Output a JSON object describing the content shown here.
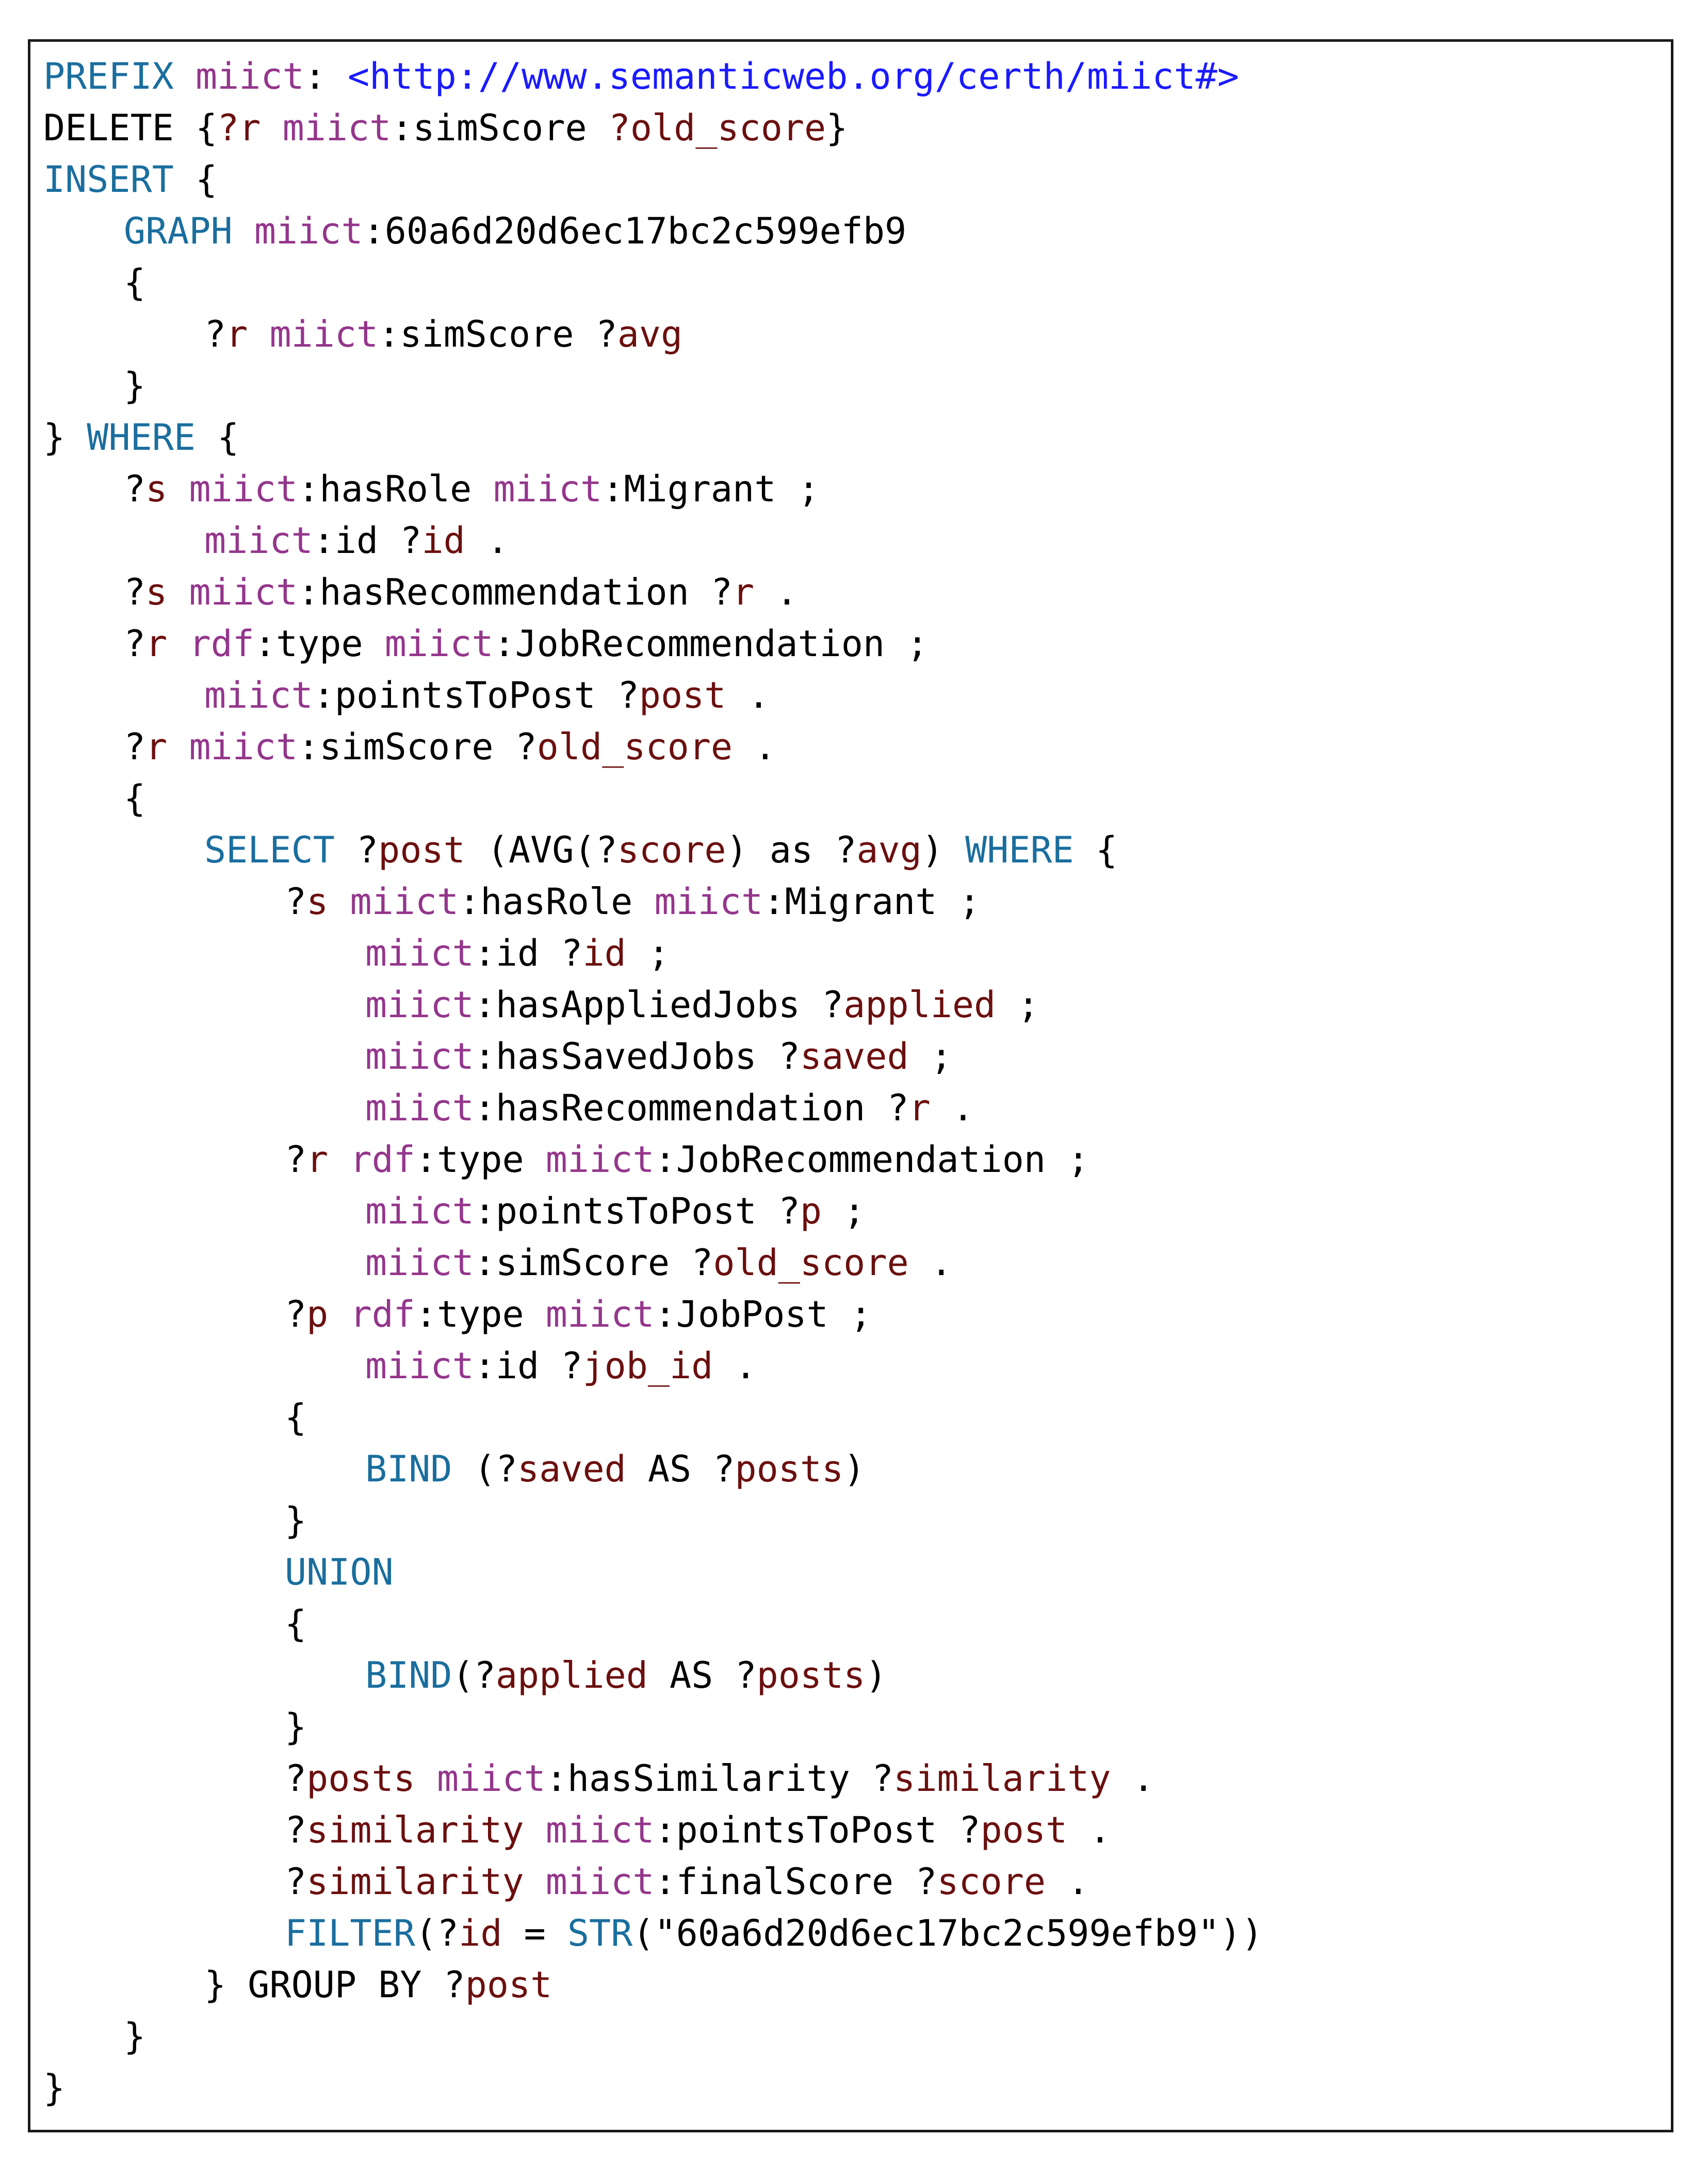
{
  "document": {
    "title": "",
    "lines": [
      {
        "indent": 0,
        "tokens": [
          {
            "t": "kw",
            "v": "PREFIX "
          },
          {
            "t": "ns",
            "v": "miict"
          },
          {
            "t": "pl",
            "v": ": "
          },
          {
            "t": "uri",
            "v": "<http://www.semanticweb.org/certh/miict#>"
          }
        ]
      },
      {
        "indent": 0,
        "tokens": [
          {
            "t": "pl",
            "v": "DELETE {"
          },
          {
            "t": "var",
            "v": "?r "
          },
          {
            "t": "ns",
            "v": "miict"
          },
          {
            "t": "pl",
            "v": ":simScore "
          },
          {
            "t": "var",
            "v": "?old_score"
          },
          {
            "t": "pl",
            "v": "}"
          }
        ]
      },
      {
        "indent": 0,
        "tokens": [
          {
            "t": "kw",
            "v": "INSERT"
          },
          {
            "t": "pl",
            "v": " {"
          }
        ]
      },
      {
        "indent": 1,
        "tokens": [
          {
            "t": "kw",
            "v": "GRAPH "
          },
          {
            "t": "ns",
            "v": "miict"
          },
          {
            "t": "pl",
            "v": ":60a6d20d6ec17bc2c599efb9"
          }
        ]
      },
      {
        "indent": 1,
        "tokens": [
          {
            "t": "pl",
            "v": "{"
          }
        ]
      },
      {
        "indent": 2,
        "tokens": [
          {
            "t": "pl",
            "v": "?"
          },
          {
            "t": "var",
            "v": "r "
          },
          {
            "t": "ns",
            "v": "miict"
          },
          {
            "t": "pl",
            "v": ":simScore ?"
          },
          {
            "t": "var",
            "v": "avg"
          }
        ]
      },
      {
        "indent": 1,
        "tokens": [
          {
            "t": "pl",
            "v": "}"
          }
        ]
      },
      {
        "indent": 0,
        "tokens": [
          {
            "t": "pl",
            "v": "} "
          },
          {
            "t": "kw",
            "v": "WHERE"
          },
          {
            "t": "pl",
            "v": " {"
          }
        ]
      },
      {
        "indent": 1,
        "tokens": [
          {
            "t": "pl",
            "v": "?"
          },
          {
            "t": "var",
            "v": "s "
          },
          {
            "t": "ns",
            "v": "miict"
          },
          {
            "t": "pl",
            "v": ":hasRole "
          },
          {
            "t": "ns",
            "v": "miict"
          },
          {
            "t": "pl",
            "v": ":Migrant ;"
          }
        ]
      },
      {
        "indent": 2,
        "tokens": [
          {
            "t": "ns",
            "v": "miict"
          },
          {
            "t": "pl",
            "v": ":id ?"
          },
          {
            "t": "var",
            "v": "id"
          },
          {
            "t": "pl",
            "v": " ."
          }
        ]
      },
      {
        "indent": 1,
        "tokens": [
          {
            "t": "pl",
            "v": "?"
          },
          {
            "t": "var",
            "v": "s "
          },
          {
            "t": "ns",
            "v": "miict"
          },
          {
            "t": "pl",
            "v": ":hasRecommendation ?"
          },
          {
            "t": "var",
            "v": "r"
          },
          {
            "t": "pl",
            "v": " ."
          }
        ]
      },
      {
        "indent": 1,
        "tokens": [
          {
            "t": "pl",
            "v": "?"
          },
          {
            "t": "var",
            "v": "r "
          },
          {
            "t": "ns",
            "v": "rdf"
          },
          {
            "t": "pl",
            "v": ":type "
          },
          {
            "t": "ns",
            "v": "miict"
          },
          {
            "t": "pl",
            "v": ":JobRecommendation ;"
          }
        ]
      },
      {
        "indent": 2,
        "tokens": [
          {
            "t": "ns",
            "v": "miict"
          },
          {
            "t": "pl",
            "v": ":pointsToPost ?"
          },
          {
            "t": "var",
            "v": "post"
          },
          {
            "t": "pl",
            "v": " ."
          }
        ]
      },
      {
        "indent": 1,
        "tokens": [
          {
            "t": "pl",
            "v": "?"
          },
          {
            "t": "var",
            "v": "r "
          },
          {
            "t": "ns",
            "v": "miict"
          },
          {
            "t": "pl",
            "v": ":simScore ?"
          },
          {
            "t": "var",
            "v": "old_score"
          },
          {
            "t": "pl",
            "v": " ."
          }
        ]
      },
      {
        "indent": 1,
        "tokens": [
          {
            "t": "pl",
            "v": "{"
          }
        ]
      },
      {
        "indent": 2,
        "tokens": [
          {
            "t": "kw",
            "v": "SELECT"
          },
          {
            "t": "pl",
            "v": " ?"
          },
          {
            "t": "var",
            "v": "post"
          },
          {
            "t": "pl",
            "v": " (AVG(?"
          },
          {
            "t": "var",
            "v": "score"
          },
          {
            "t": "pl",
            "v": ") as ?"
          },
          {
            "t": "var",
            "v": "avg"
          },
          {
            "t": "pl",
            "v": ") "
          },
          {
            "t": "kw",
            "v": "WHERE"
          },
          {
            "t": "pl",
            "v": " {"
          }
        ]
      },
      {
        "indent": 3,
        "tokens": [
          {
            "t": "pl",
            "v": "?"
          },
          {
            "t": "var",
            "v": "s "
          },
          {
            "t": "ns",
            "v": "miict"
          },
          {
            "t": "pl",
            "v": ":hasRole "
          },
          {
            "t": "ns",
            "v": "miict"
          },
          {
            "t": "pl",
            "v": ":Migrant ;"
          }
        ]
      },
      {
        "indent": 4,
        "tokens": [
          {
            "t": "ns",
            "v": "miict"
          },
          {
            "t": "pl",
            "v": ":id ?"
          },
          {
            "t": "var",
            "v": "id"
          },
          {
            "t": "pl",
            "v": " ;"
          }
        ]
      },
      {
        "indent": 4,
        "tokens": [
          {
            "t": "ns",
            "v": "miict"
          },
          {
            "t": "pl",
            "v": ":hasAppliedJobs ?"
          },
          {
            "t": "var",
            "v": "applied"
          },
          {
            "t": "pl",
            "v": " ;"
          }
        ]
      },
      {
        "indent": 4,
        "tokens": [
          {
            "t": "ns",
            "v": "miict"
          },
          {
            "t": "pl",
            "v": ":hasSavedJobs ?"
          },
          {
            "t": "var",
            "v": "saved"
          },
          {
            "t": "pl",
            "v": " ;"
          }
        ]
      },
      {
        "indent": 4,
        "tokens": [
          {
            "t": "ns",
            "v": "miict"
          },
          {
            "t": "pl",
            "v": ":hasRecommendation ?"
          },
          {
            "t": "var",
            "v": "r"
          },
          {
            "t": "pl",
            "v": " ."
          }
        ]
      },
      {
        "indent": 3,
        "tokens": [
          {
            "t": "pl",
            "v": "?"
          },
          {
            "t": "var",
            "v": "r "
          },
          {
            "t": "ns",
            "v": "rdf"
          },
          {
            "t": "pl",
            "v": ":type "
          },
          {
            "t": "ns",
            "v": "miict"
          },
          {
            "t": "pl",
            "v": ":JobRecommendation ;"
          }
        ]
      },
      {
        "indent": 4,
        "tokens": [
          {
            "t": "ns",
            "v": "miict"
          },
          {
            "t": "pl",
            "v": ":pointsToPost ?"
          },
          {
            "t": "var",
            "v": "p"
          },
          {
            "t": "pl",
            "v": " ;"
          }
        ]
      },
      {
        "indent": 4,
        "tokens": [
          {
            "t": "ns",
            "v": "miict"
          },
          {
            "t": "pl",
            "v": ":simScore ?"
          },
          {
            "t": "var",
            "v": "old_score"
          },
          {
            "t": "pl",
            "v": " ."
          }
        ]
      },
      {
        "indent": 3,
        "tokens": [
          {
            "t": "pl",
            "v": "?"
          },
          {
            "t": "var",
            "v": "p "
          },
          {
            "t": "ns",
            "v": "rdf"
          },
          {
            "t": "pl",
            "v": ":type "
          },
          {
            "t": "ns",
            "v": "miict"
          },
          {
            "t": "pl",
            "v": ":JobPost ;"
          }
        ]
      },
      {
        "indent": 4,
        "tokens": [
          {
            "t": "ns",
            "v": "miict"
          },
          {
            "t": "pl",
            "v": ":id ?"
          },
          {
            "t": "var",
            "v": "job_id"
          },
          {
            "t": "pl",
            "v": " ."
          }
        ]
      },
      {
        "indent": 3,
        "tokens": [
          {
            "t": "pl",
            "v": "{"
          }
        ]
      },
      {
        "indent": 4,
        "tokens": [
          {
            "t": "kw",
            "v": "BIND"
          },
          {
            "t": "pl",
            "v": " (?"
          },
          {
            "t": "var",
            "v": "saved"
          },
          {
            "t": "pl",
            "v": " AS ?"
          },
          {
            "t": "var",
            "v": "posts"
          },
          {
            "t": "pl",
            "v": ")"
          }
        ]
      },
      {
        "indent": 3,
        "tokens": [
          {
            "t": "pl",
            "v": "}"
          }
        ]
      },
      {
        "indent": 3,
        "tokens": [
          {
            "t": "kw",
            "v": "UNION"
          }
        ]
      },
      {
        "indent": 3,
        "tokens": [
          {
            "t": "pl",
            "v": "{"
          }
        ]
      },
      {
        "indent": 4,
        "tokens": [
          {
            "t": "kw",
            "v": "BIND"
          },
          {
            "t": "pl",
            "v": "(?"
          },
          {
            "t": "var",
            "v": "applied"
          },
          {
            "t": "pl",
            "v": " AS ?"
          },
          {
            "t": "var",
            "v": "posts"
          },
          {
            "t": "pl",
            "v": ")"
          }
        ]
      },
      {
        "indent": 3,
        "tokens": [
          {
            "t": "pl",
            "v": "}"
          }
        ]
      },
      {
        "indent": 3,
        "tokens": [
          {
            "t": "pl",
            "v": "?"
          },
          {
            "t": "var",
            "v": "posts "
          },
          {
            "t": "ns",
            "v": "miict"
          },
          {
            "t": "pl",
            "v": ":hasSimilarity ?"
          },
          {
            "t": "var",
            "v": "similarity"
          },
          {
            "t": "pl",
            "v": " ."
          }
        ]
      },
      {
        "indent": 3,
        "tokens": [
          {
            "t": "pl",
            "v": "?"
          },
          {
            "t": "var",
            "v": "similarity "
          },
          {
            "t": "ns",
            "v": "miict"
          },
          {
            "t": "pl",
            "v": ":pointsToPost ?"
          },
          {
            "t": "var",
            "v": "post"
          },
          {
            "t": "pl",
            "v": " ."
          }
        ]
      },
      {
        "indent": 3,
        "tokens": [
          {
            "t": "pl",
            "v": "?"
          },
          {
            "t": "var",
            "v": "similarity "
          },
          {
            "t": "ns",
            "v": "miict"
          },
          {
            "t": "pl",
            "v": ":finalScore ?"
          },
          {
            "t": "var",
            "v": "score"
          },
          {
            "t": "pl",
            "v": " ."
          }
        ]
      },
      {
        "indent": 3,
        "tokens": [
          {
            "t": "kw",
            "v": "FILTER"
          },
          {
            "t": "pl",
            "v": "(?"
          },
          {
            "t": "var",
            "v": "id"
          },
          {
            "t": "pl",
            "v": " = "
          },
          {
            "t": "kw",
            "v": "STR"
          },
          {
            "t": "pl",
            "v": "(\"60a6d20d6ec17bc2c599efb9\"))"
          }
        ]
      },
      {
        "indent": 2,
        "tokens": [
          {
            "t": "pl",
            "v": "} GROUP BY ?"
          },
          {
            "t": "var",
            "v": "post"
          }
        ]
      },
      {
        "indent": 1,
        "tokens": [
          {
            "t": "pl",
            "v": "}"
          }
        ]
      },
      {
        "indent": 0,
        "tokens": [
          {
            "t": "pl",
            "v": "}"
          }
        ]
      }
    ]
  },
  "colors": {
    "keyword": "#1a6e9e",
    "namespace": "#94368c",
    "variable": "#6b0f0f",
    "uri": "#1a1aff",
    "plain": "#000000"
  }
}
